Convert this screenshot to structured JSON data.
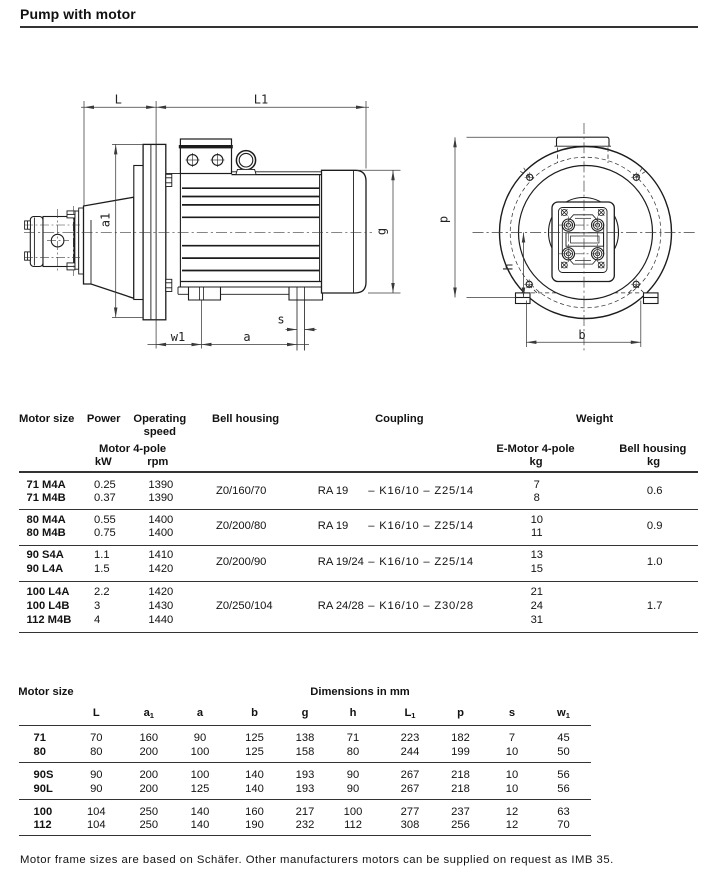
{
  "page": {
    "title": "Pump with motor",
    "footnote": "Motor frame sizes are based on Schäfer. Other manufacturers motors can be supplied on request as IMB 35."
  },
  "drawing": {
    "labels": {
      "L": "L",
      "L1": "L1",
      "a1": "a1",
      "g": "g",
      "s": "s",
      "w1": "w1",
      "a": "a",
      "p": "p",
      "h": "h",
      "b": "b"
    }
  },
  "spec_table": {
    "col_headers": {
      "motor_size": "Motor size",
      "power": "Power",
      "operating_speed_line1": "Operating",
      "operating_speed_line2": "speed",
      "bell_housing": "Bell housing",
      "coupling": "Coupling",
      "weight": "Weight",
      "motor_4pole": "Motor 4-pole",
      "e_motor_4pole": "E-Motor 4-pole",
      "bell_housing_weight": "Bell housing",
      "kw": "kW",
      "rpm": "rpm",
      "kg_motor": "kg",
      "kg_bell": "kg"
    },
    "groups": [
      {
        "rows": [
          [
            "71 M4A",
            "0.25",
            "1390"
          ],
          [
            "71 M4B",
            "0.37",
            "1390"
          ]
        ],
        "bell_housing": "Z0/160/70",
        "coupling_left": "RA 19",
        "coupling_right": "– K16/10 – Z25/14",
        "e_motor_weights": [
          "7",
          "8"
        ],
        "bell_weight": "0.6"
      },
      {
        "rows": [
          [
            "80 M4A",
            "0.55",
            "1400"
          ],
          [
            "80 M4B",
            "0.75",
            "1400"
          ]
        ],
        "bell_housing": "Z0/200/80",
        "coupling_left": "RA 19",
        "coupling_right": "– K16/10 – Z25/14",
        "e_motor_weights": [
          "10",
          "11"
        ],
        "bell_weight": "0.9"
      },
      {
        "rows": [
          [
            "90 S4A",
            "1.1",
            "1410"
          ],
          [
            "90 L4A",
            "1.5",
            "1420"
          ]
        ],
        "bell_housing": "Z0/200/90",
        "coupling_left": "RA 19/24",
        "coupling_right": "– K16/10 – Z25/14",
        "e_motor_weights": [
          "13",
          "15"
        ],
        "bell_weight": "1.0"
      },
      {
        "rows": [
          [
            "100 L4A",
            "2.2",
            "1420"
          ],
          [
            "100 L4B",
            "3",
            "1430"
          ],
          [
            "112 M4B",
            "4",
            "1440"
          ]
        ],
        "bell_housing": "Z0/250/104",
        "coupling_left": "RA 24/28",
        "coupling_right": "– K16/10 – Z30/28",
        "e_motor_weights": [
          "21",
          "24",
          "31"
        ],
        "bell_weight": "1.7"
      }
    ]
  },
  "dim_table": {
    "header_left": "Motor size",
    "header_right": "Dimensions in mm",
    "columns": [
      {
        "base": "L",
        "sub": ""
      },
      {
        "base": "a",
        "sub": "1"
      },
      {
        "base": "a",
        "sub": ""
      },
      {
        "base": "b",
        "sub": ""
      },
      {
        "base": "g",
        "sub": ""
      },
      {
        "base": "h",
        "sub": ""
      },
      {
        "base": "L",
        "sub": "1"
      },
      {
        "base": "p",
        "sub": ""
      },
      {
        "base": "s",
        "sub": ""
      },
      {
        "base": "w",
        "sub": "1"
      }
    ],
    "groups": [
      {
        "rows": [
          {
            "size": "71",
            "values": [
              "70",
              "160",
              "90",
              "125",
              "138",
              "71",
              "223",
              "182",
              "7",
              "45"
            ]
          },
          {
            "size": "80",
            "values": [
              "80",
              "200",
              "100",
              "125",
              "158",
              "80",
              "244",
              "199",
              "10",
              "50"
            ]
          }
        ]
      },
      {
        "rows": [
          {
            "size": "90S",
            "values": [
              "90",
              "200",
              "100",
              "140",
              "193",
              "90",
              "267",
              "218",
              "10",
              "56"
            ]
          },
          {
            "size": "90L",
            "values": [
              "90",
              "200",
              "125",
              "140",
              "193",
              "90",
              "267",
              "218",
              "10",
              "56"
            ]
          }
        ]
      },
      {
        "rows": [
          {
            "size": "100",
            "values": [
              "104",
              "250",
              "140",
              "160",
              "217",
              "100",
              "277",
              "237",
              "12",
              "63"
            ]
          },
          {
            "size": "112",
            "values": [
              "104",
              "250",
              "140",
              "190",
              "232",
              "112",
              "308",
              "256",
              "12",
              "70"
            ]
          }
        ]
      }
    ]
  }
}
